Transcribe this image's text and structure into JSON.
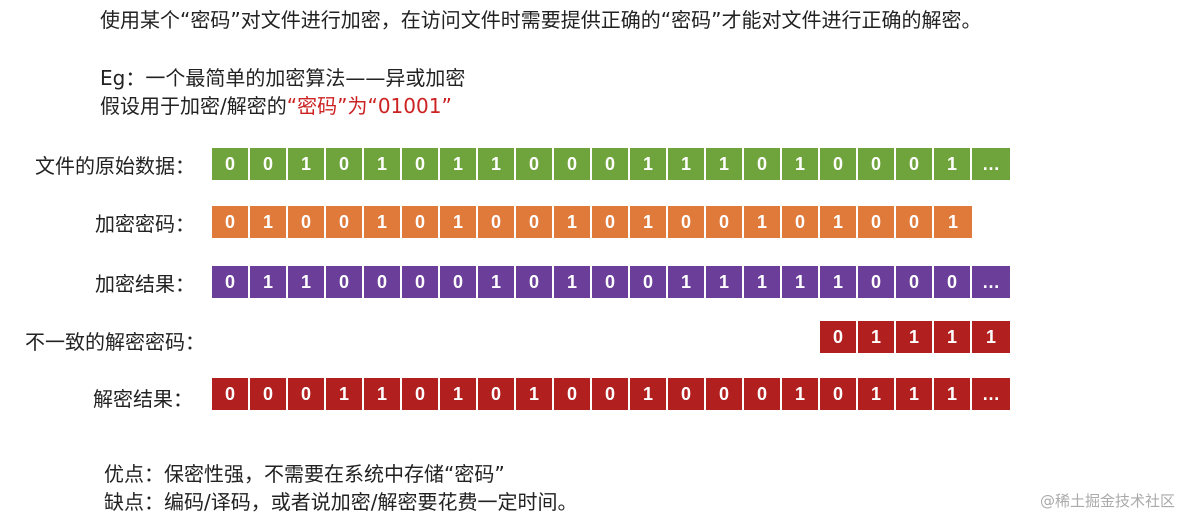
{
  "intro": {
    "line1": "使用某个“密码”对文件进行加密，在访问文件时需要提供正确的“密码”才能对文件进行正确的解密。",
    "eg_line": "Eg：一个最简单的加密算法——异或加密",
    "assume_prefix": "假设用于加密/解密的",
    "assume_highlight": "“密码”为“01001”"
  },
  "rows": [
    {
      "label": "文件的原始数据：",
      "color": "#6fa33b",
      "cells": [
        "0",
        "0",
        "1",
        "0",
        "1",
        "0",
        "1",
        "1",
        "0",
        "0",
        "0",
        "1",
        "1",
        "1",
        "0",
        "1",
        "0",
        "0",
        "0",
        "1",
        "…"
      ]
    },
    {
      "label": "加密密码：",
      "color": "#e07a3a",
      "cells": [
        "0",
        "1",
        "0",
        "0",
        "1",
        "0",
        "1",
        "0",
        "0",
        "1",
        "0",
        "1",
        "0",
        "0",
        "1",
        "0",
        "1",
        "0",
        "0",
        "1"
      ]
    },
    {
      "label": "加密结果：",
      "color": "#6b3f99",
      "cells": [
        "0",
        "1",
        "1",
        "0",
        "0",
        "0",
        "0",
        "1",
        "0",
        "1",
        "0",
        "0",
        "1",
        "1",
        "1",
        "1",
        "1",
        "0",
        "0",
        "0",
        "…"
      ]
    },
    {
      "label": "不一致的解密密码：",
      "color": "#b21f1f",
      "cells": [
        "0",
        "1",
        "1",
        "1",
        "1"
      ]
    },
    {
      "label": "解密结果：",
      "color": "#b21f1f",
      "cells": [
        "0",
        "0",
        "0",
        "1",
        "1",
        "0",
        "1",
        "0",
        "1",
        "0",
        "0",
        "1",
        "0",
        "0",
        "0",
        "1",
        "0",
        "1",
        "1",
        "1",
        "…"
      ]
    }
  ],
  "footer": {
    "pros": "优点：保密性强，不需要在系统中存储“密码”",
    "cons": "缺点：编码/译码，或者说加密/解密要花费一定时间。"
  },
  "watermark": "@稀土掘金技术社区"
}
